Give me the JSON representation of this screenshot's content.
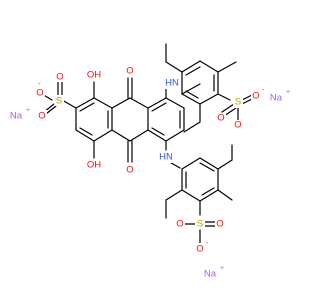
{
  "colors": {
    "bond": "#000000",
    "carbon": "#000000",
    "oxygen": "#ff0d0d",
    "sulfur": "#b8a400",
    "nitrogen": "#3050f8",
    "sodium": "#ab5cf2",
    "hydrogen": "#000000"
  },
  "atoms": {
    "o_carbonyl_top": "O",
    "o_carbonyl_bottom": "O",
    "oh_top": "OH",
    "oh_bottom": "OH",
    "nh_top": "HN",
    "nh_bottom": "HN",
    "so3_left": {
      "o1": "O",
      "o2": "O",
      "o_minus": "O",
      "charge": "-",
      "s": "S"
    },
    "so3_right": {
      "o1": "O",
      "o2": "O",
      "o_minus": "O",
      "charge": "-",
      "s": "S"
    },
    "so3_bottom": {
      "o1": "O",
      "o2": "O",
      "o_minus": "O",
      "charge": "-",
      "s": "S"
    },
    "na_left": {
      "symbol": "Na",
      "charge": "+"
    },
    "na_right": {
      "symbol": "Na",
      "charge": "+"
    },
    "na_bottom": {
      "symbol": "Na",
      "charge": "+"
    }
  }
}
